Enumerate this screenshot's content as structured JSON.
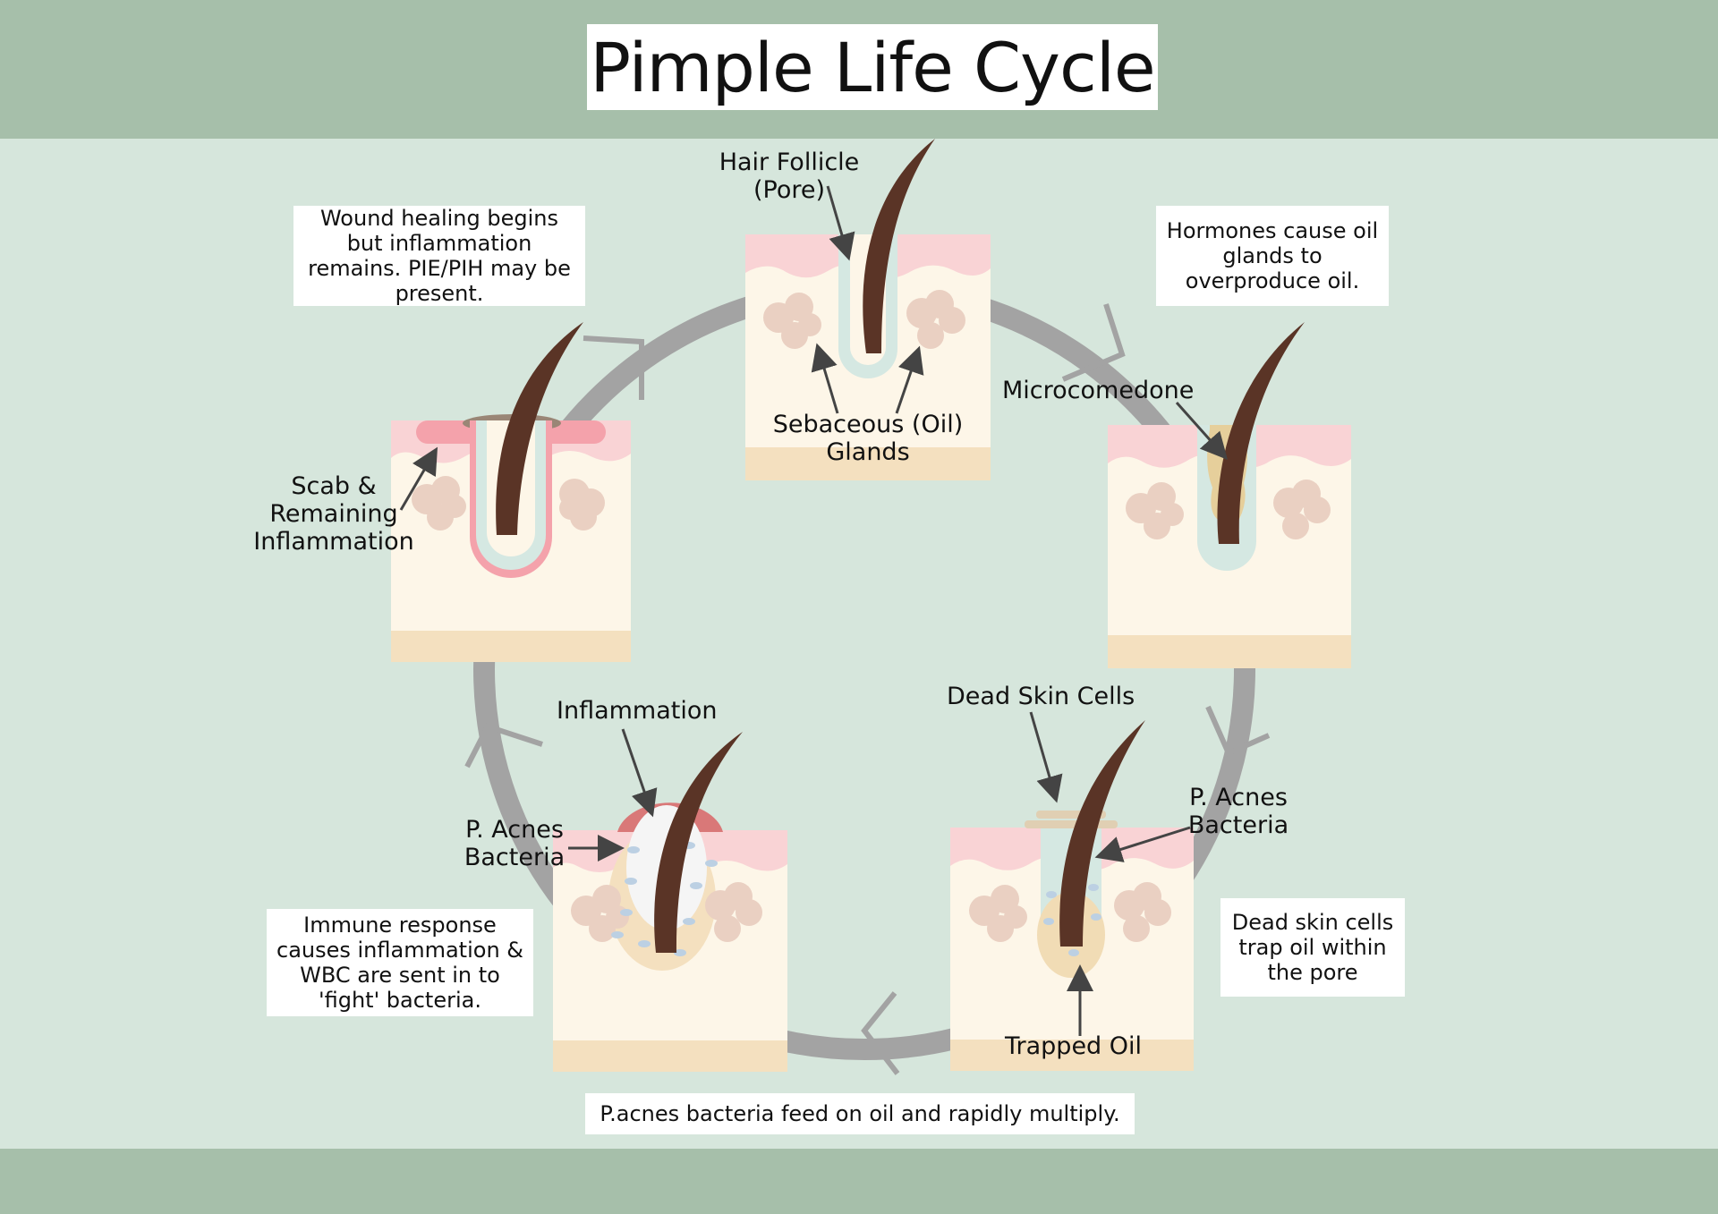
{
  "title": "Pimple Life Cycle",
  "colors": {
    "band": "#a6bfaa",
    "background": "#d6e6dc",
    "cycle_ring": "#a3a3a3",
    "skin_top": "#f9d3d5",
    "skin_body": "#fdf6e8",
    "skin_base": "#f4e0bf",
    "hair": "#5a3426",
    "gland": "#ead0c2",
    "follicle": "#d5e8e2",
    "scab_ring": "#f4a2ab"
  },
  "notes": {
    "stage1": "Hormones cause oil glands to overproduce oil.",
    "stage2": "Dead skin cells trap oil within the pore",
    "stage3": "P.acnes bacteria feed on oil and rapidly multiply.",
    "stage4": "Immune response causes inflammation & WBC are sent in to 'fight' bacteria.",
    "stage5": "Wound healing begins but inflammation remains. PIE/PIH may be present."
  },
  "labels": {
    "hair_follicle": "Hair Follicle (Pore)",
    "sebaceous": "Sebaceous (Oil) Glands",
    "microcomedone": "Microcomedone",
    "dead_skin": "Dead Skin Cells",
    "p_acnes_right": "P. Acnes Bacteria",
    "trapped_oil": "Trapped Oil",
    "inflammation": "Inflammation",
    "p_acnes_left": "P. Acnes Bacteria",
    "scab": "Scab & Remaining Inflammation"
  }
}
